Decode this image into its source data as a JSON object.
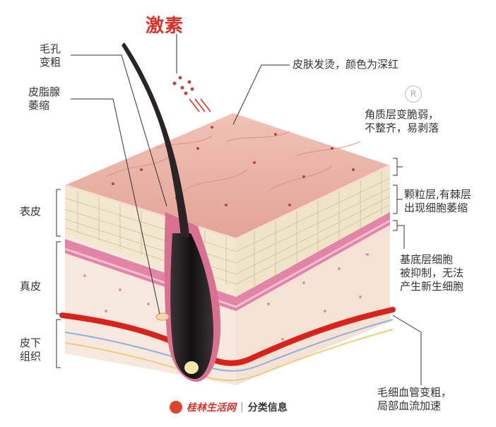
{
  "title": "激素",
  "labels": {
    "pore": "毛孔\n变粗",
    "sebaceous": "皮脂腺\n萎缩",
    "skin_hot": "皮肤发烫，颜色为深红",
    "stratum_corneum": "角质层变脆弱，\n不整齐，易剥落",
    "granular": "颗粒层,有棘层\n出现细胞萎缩",
    "basal": "基底层细胞\n被抑制，无法\n产生新生细胞",
    "capillary": "毛细血管变粗，\n局部血流加速",
    "epidermis": "表皮",
    "dermis": "真皮",
    "subcutaneous": "皮下\n组织"
  },
  "watermark": {
    "site": "桂林生活网",
    "separator": "|",
    "category": "分类信息"
  },
  "colors": {
    "title": "#d8322a",
    "skin_top": "#e9b3a6",
    "skin_side": "#f3cfc4",
    "epidermis_band": "#f2ead2",
    "basal_band": "#e07ea4",
    "dermis": "#f7ebe2",
    "blood_vessel": "#d7231c",
    "hair": "#1f1a1b",
    "text": "#333333"
  }
}
